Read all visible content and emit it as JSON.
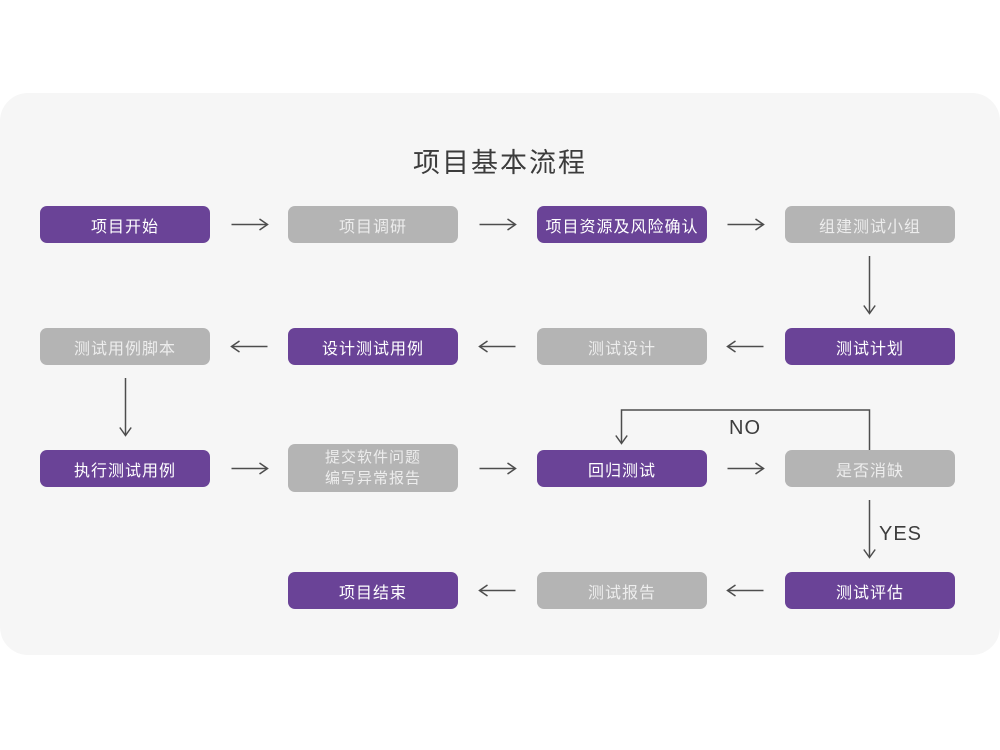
{
  "title": "项目基本流程",
  "colors": {
    "node_primary": "#6a4397",
    "node_secondary": "#b4b4b4",
    "node_text_on_primary": "#ffffff",
    "node_text_on_secondary": "#ededed",
    "card_background": "#f6f6f6",
    "arrow": "#4d4d4d",
    "title_text": "#3c3c3c"
  },
  "nodes": [
    {
      "label": "项目开始",
      "variant": "purple"
    },
    {
      "label": "项目调研",
      "variant": "gray"
    },
    {
      "label": "项目资源及风险确认",
      "variant": "purple"
    },
    {
      "label": "组建测试小组",
      "variant": "gray"
    },
    {
      "label": "测试用例脚本",
      "variant": "gray"
    },
    {
      "label": "设计测试用例",
      "variant": "purple"
    },
    {
      "label": "测试设计",
      "variant": "gray"
    },
    {
      "label": "测试计划",
      "variant": "purple"
    },
    {
      "label": "执行测试用例",
      "variant": "purple"
    },
    {
      "label": "提交软件问题",
      "label2": "编写异常报告",
      "variant": "gray"
    },
    {
      "label": "回归测试",
      "variant": "purple"
    },
    {
      "label": "是否消缺",
      "variant": "gray"
    },
    {
      "label": "项目结束",
      "variant": "purple"
    },
    {
      "label": "测试报告",
      "variant": "gray"
    },
    {
      "label": "测试评估",
      "variant": "purple"
    }
  ],
  "connectors": {
    "no_label": "NO",
    "yes_label": "YES"
  }
}
